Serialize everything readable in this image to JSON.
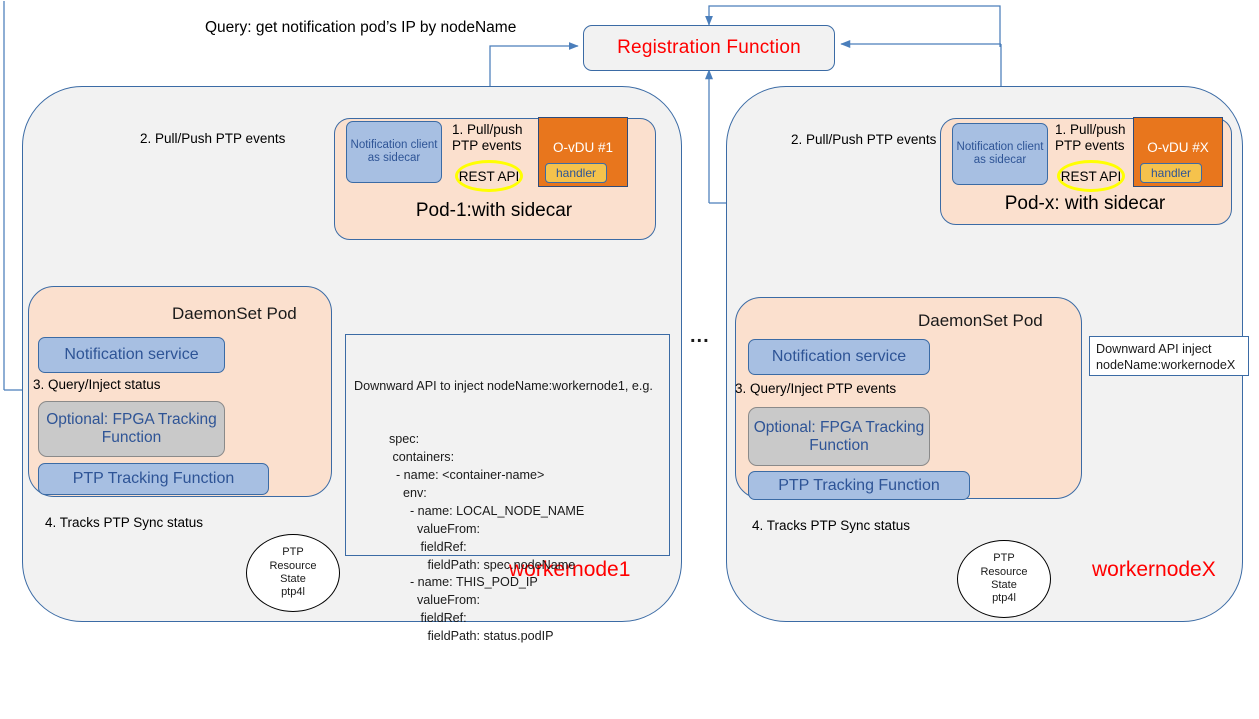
{
  "diagram": {
    "title_labels": {
      "query_top": "Query: get notification pod’s IP by nodeName",
      "registration_function": "Registration Function",
      "ellipsis": "..."
    },
    "nodes": [
      {
        "id": "workernode1",
        "name_label": "workernode1",
        "pod": {
          "title": "Pod-1:with sidecar",
          "notification_client": "Notification client as sidecar",
          "ovdu_label": "O-vDU #1",
          "handler_label": "handler",
          "rest_api_label": "REST API",
          "annot_1": "1. Pull/push PTP events",
          "annot_2": "2. Pull/Push PTP events"
        },
        "daemonset": {
          "title": "DaemonSet Pod",
          "notification_service": "Notification service",
          "optional_fpga": "Optional: FPGA Tracking Function",
          "ptp_tracking": "PTP Tracking Function",
          "annot_3": "3. Query/Inject status",
          "annot_4": "4. Tracks PTP Sync status"
        },
        "resource_state": "PTP Resource State ptp4l",
        "resource_state_lines": [
          "PTP",
          "Resource",
          "State",
          "ptp4l"
        ]
      },
      {
        "id": "workernodeX",
        "name_label": "workernodeX",
        "pod": {
          "title": "Pod-x: with sidecar",
          "notification_client": "Notification client as sidecar",
          "ovdu_label": "O-vDU #X",
          "handler_label": "handler",
          "rest_api_label": "REST API",
          "annot_1": "1. Pull/push PTP events",
          "annot_2": "2. Pull/Push PTP events"
        },
        "daemonset": {
          "title": "DaemonSet Pod",
          "notification_service": "Notification service",
          "optional_fpga": "Optional: FPGA Tracking Function",
          "ptp_tracking": "PTP Tracking Function",
          "annot_3": "3. Query/Inject PTP events",
          "annot_4": "4. Tracks PTP Sync status"
        },
        "resource_state": "PTP Resource State ptp4l",
        "resource_state_lines": [
          "PTP",
          "Resource",
          "State",
          "ptp4l"
        ]
      }
    ],
    "yaml_box": {
      "header": "Downward API to inject nodeName:workernode1,  e.g.",
      "body": "          spec:\n           containers:\n            - name: <container-name>\n              env:\n                - name: LOCAL_NODE_NAME\n                  valueFrom:\n                   fieldRef:\n                     fieldPath: spec.nodeName\n                - name: THIS_POD_IP\n                  valueFrom:\n                   fieldRef:\n                     fieldPath: status.podIP"
    },
    "downward_box_right": "Downward API inject\nnodeName:workernodeX",
    "colors": {
      "accent_blue": "#3b6ba5",
      "pod_fill": "#fbe0ce",
      "node_fill": "#f2f2f2",
      "box_blue": "#a7bfe2",
      "box_grey": "#c9c9c9",
      "orange": "#e8761d",
      "handler_yellow": "#f5c24c",
      "highlight_yellow": "#ffff00",
      "red_text": "#ff0000",
      "text_blue": "#2e5496"
    }
  }
}
